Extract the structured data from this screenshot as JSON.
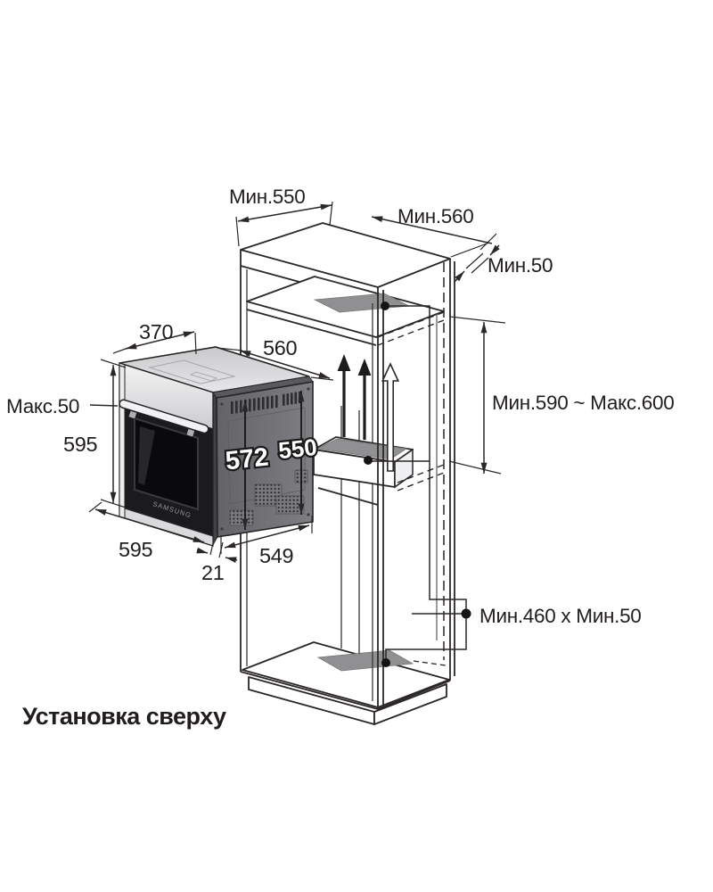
{
  "title": "Установка сверху",
  "labels": {
    "min550": "Мин.550",
    "min560": "Мин.560",
    "min50": "Мин.50",
    "d370": "370",
    "d560": "560",
    "maks50": "Макс.50",
    "d595_height": "595",
    "d572": "572",
    "d550": "550",
    "min590_maks600": "Мин.590 ~ Макс.600",
    "d595_width": "595",
    "d549": "549",
    "d21": "21",
    "min460x50": "Мин.460 x Мин.50",
    "brand": "SAMSUNG"
  },
  "colors": {
    "line": "#2b2728",
    "vent_cutout_gray": "#909092",
    "oven_panel_gray": "#737377",
    "oven_door_black": "#1b1b1d",
    "steel_light": "#ececee",
    "background": "#ffffff"
  }
}
